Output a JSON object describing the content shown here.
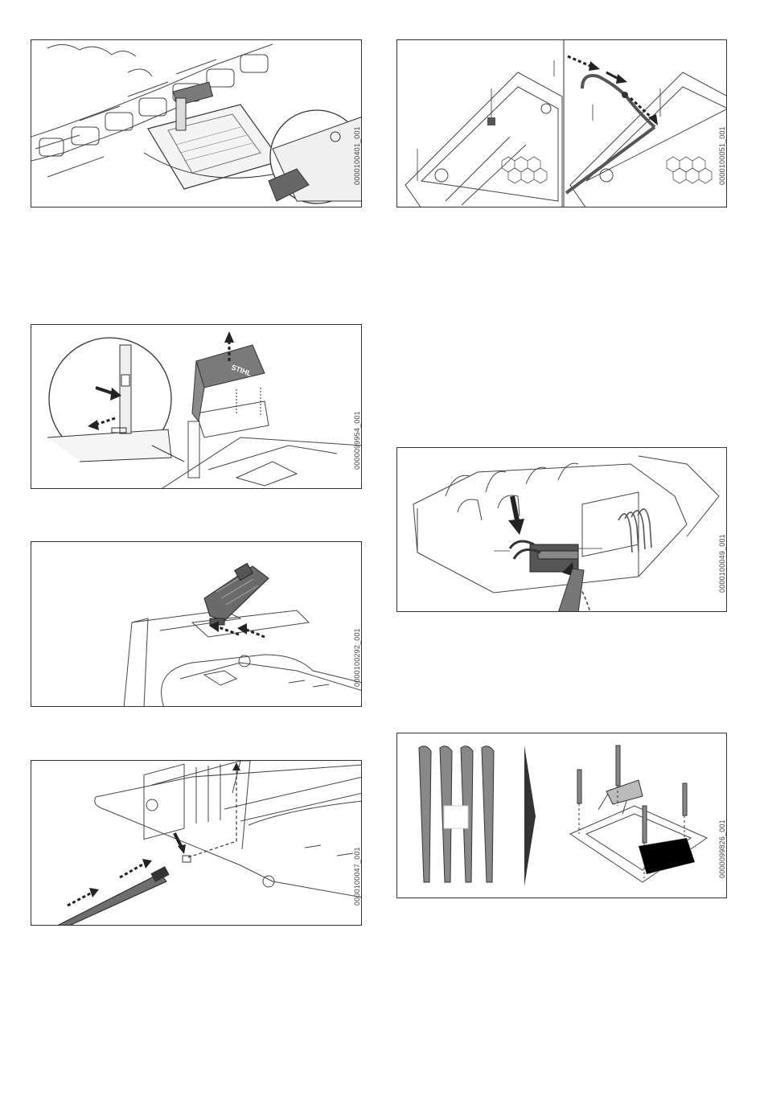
{
  "figures": [
    {
      "code": "0000100401_001"
    },
    {
      "code": "0000100051_001"
    },
    {
      "code": "0000099954_001"
    },
    {
      "code": "0000100049_001"
    },
    {
      "code": "0000100292_001"
    },
    {
      "code": "0000100047_001"
    },
    {
      "code": "0000099826_001"
    }
  ],
  "brand": "STIHL",
  "colors": {
    "cover": "#7a7a7a",
    "line": "#333333",
    "light": "#e6e6e6"
  }
}
